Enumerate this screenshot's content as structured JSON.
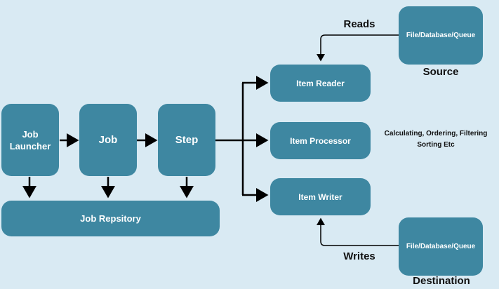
{
  "colors": {
    "background": "#d9eaf3",
    "box_fill": "#3e87a1",
    "box_text": "#ffffff",
    "arrow": "#000000",
    "label_text": "#101010"
  },
  "nodes": {
    "job_launcher": "Job Launcher",
    "job": "Job",
    "step": "Step",
    "job_repository": "Job Repsitory",
    "item_reader": "Item Reader",
    "item_processor": "Item Processor",
    "item_writer": "Item Writer",
    "source_store": "File/Database/Queue",
    "destination_store": "File/Database/Queue"
  },
  "labels": {
    "reads": "Reads",
    "writes": "Writes",
    "source": "Source",
    "destination": "Destination",
    "processor_note_line1": "Calculating, Ordering, Filtering",
    "processor_note_line2": "Sorting Etc"
  },
  "edges": [
    {
      "from": "job_launcher",
      "to": "job",
      "icon": "arrow-right-icon"
    },
    {
      "from": "job",
      "to": "step",
      "icon": "arrow-right-icon"
    },
    {
      "from": "job_launcher",
      "to": "job_repository",
      "icon": "arrow-down-icon"
    },
    {
      "from": "job",
      "to": "job_repository",
      "icon": "arrow-down-icon"
    },
    {
      "from": "step",
      "to": "job_repository",
      "icon": "arrow-down-icon"
    },
    {
      "from": "step",
      "to": "item_reader",
      "icon": "arrow-right-icon"
    },
    {
      "from": "step",
      "to": "item_processor",
      "icon": "arrow-right-icon"
    },
    {
      "from": "step",
      "to": "item_writer",
      "icon": "arrow-right-icon"
    },
    {
      "from": "source_store",
      "to": "item_reader",
      "label": "reads",
      "icon": "arrow-down-icon"
    },
    {
      "from": "destination_store",
      "to": "item_writer",
      "label": "writes",
      "icon": "arrow-up-icon"
    }
  ]
}
